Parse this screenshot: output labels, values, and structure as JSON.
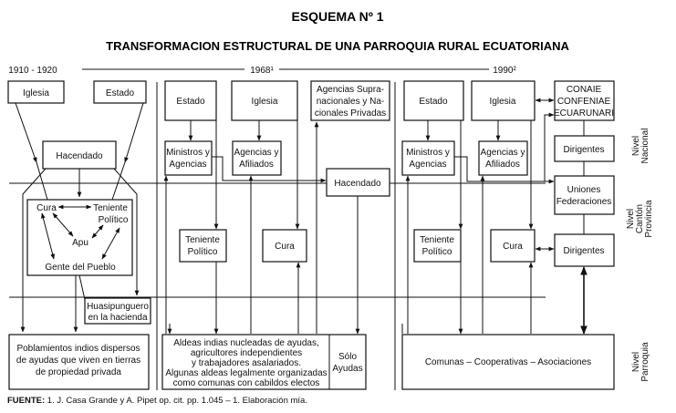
{
  "title": "ESQUEMA Nº 1",
  "subtitle": "TRANSFORMACION ESTRUCTURAL DE UNA PARROQUIA RURAL ECUATORIANA",
  "timeline": [
    "1910 - 1920",
    "1968¹",
    "1990²"
  ],
  "period1": {
    "iglesia": "Iglesia",
    "estado": "Estado",
    "hacendado": "Hacendado",
    "cura": "Cura",
    "teniente": [
      "Teniente",
      "Político"
    ],
    "apu": "Apu",
    "gente": "Gente del Pueblo",
    "huasipunguero": [
      "Huasipunguero",
      "en la hacienda"
    ],
    "bottom": [
      "Poblamientos indios dispersos",
      "de ayudas que viven en tierras",
      "de propiedad privada"
    ]
  },
  "period2": {
    "estado": "Estado",
    "iglesia": "Iglesia",
    "agencias_supra": [
      "Agencias Supra-",
      "nacionales y Na-",
      "cionales Privadas"
    ],
    "ministros": [
      "Ministros y",
      "Agencias"
    ],
    "agencias": [
      "Agencias y",
      "Afiliados"
    ],
    "hacendado": "Hacendado",
    "teniente": [
      "Teniente",
      "Político"
    ],
    "cura": "Cura",
    "bottom": [
      "Aldeas indias nucleadas de ayudas,",
      "agricultores independientes",
      "y trabajadores asalariados.",
      "Algunas aldeas legalmente organizadas",
      "como comunas con cabildos electos"
    ],
    "solo": [
      "Sólo",
      "Ayudas"
    ]
  },
  "period3": {
    "estado": "Estado",
    "iglesia": "Iglesia",
    "conaie": [
      "CONAIE",
      "CONFENIAE",
      "ECUARUNARI"
    ],
    "ministros": [
      "Ministros y",
      "Agencias"
    ],
    "agencias": [
      "Agencias y",
      "Afiliados"
    ],
    "dirigentes1": "Dirigentes",
    "uniones": [
      "Uniones",
      "Federaciones"
    ],
    "teniente": [
      "Teniente",
      "Político"
    ],
    "cura": "Cura",
    "dirigentes2": "Dirigentes",
    "bottom": "Comunas – Cooperativas – Asociaciones"
  },
  "levels": {
    "nacional": [
      "Nivel",
      "Nacional"
    ],
    "canton": [
      "Nivel",
      "Cantón",
      "Provincia"
    ],
    "parroquia": [
      "Nivel",
      "Parroquia"
    ]
  },
  "footer": {
    "label": "FUENTE:",
    "text": " 1.  J. Casa Grande y A. Pipet op. cit. pp. 1.045  –  1.  Elaboración mía."
  }
}
